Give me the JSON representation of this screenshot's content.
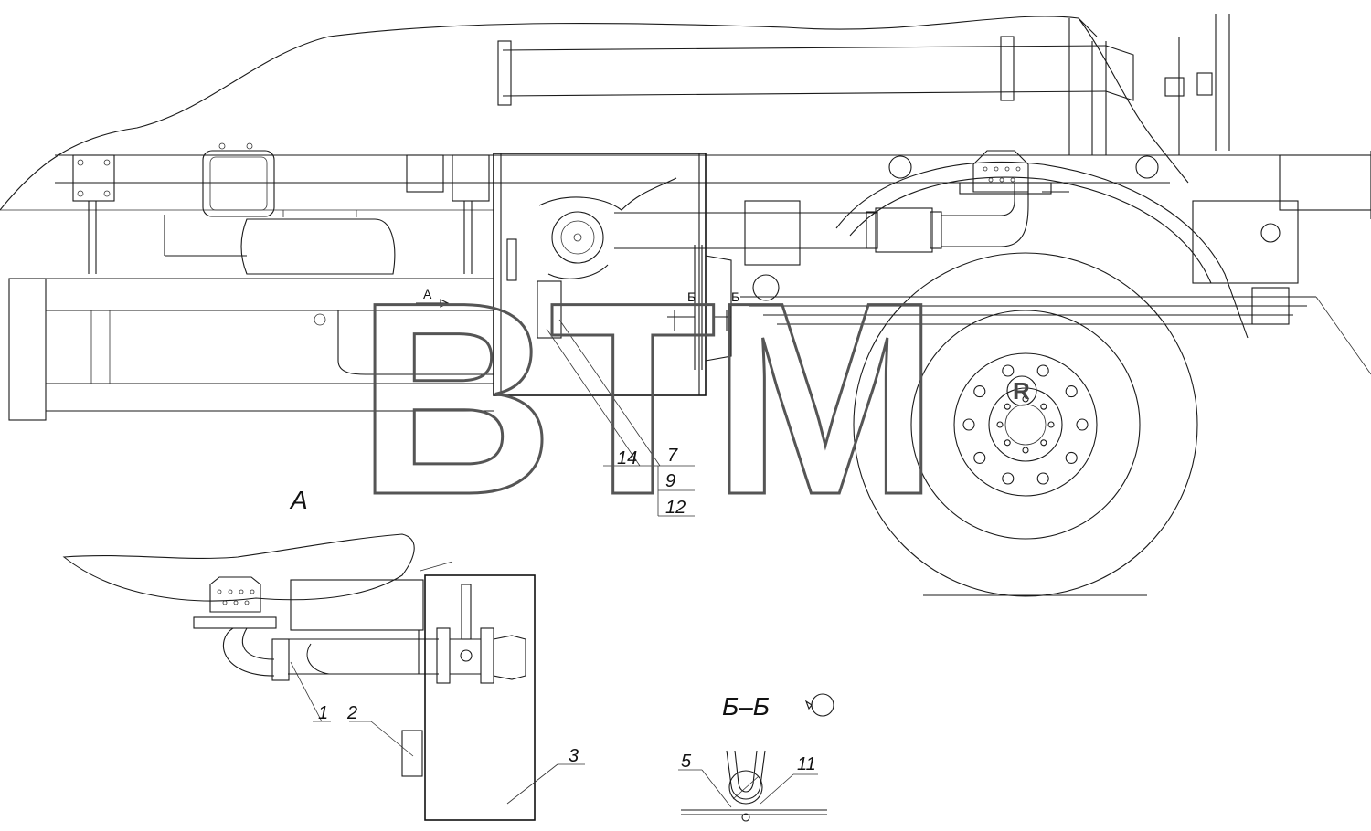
{
  "view_labels": {
    "view_a": "А",
    "section_bb": "Б–Б",
    "arrow_a": "А",
    "arrow_b_left": "Б",
    "arrow_b_right": "Б"
  },
  "callouts": {
    "c1": "1",
    "c2": "2",
    "c3": "3",
    "c5": "5",
    "c7": "7",
    "c9": "9",
    "c11": "11",
    "c12": "12",
    "c14": "14"
  },
  "watermark": {
    "text": "BTM",
    "mark": "R"
  },
  "colors": {
    "line": "#1a1a1a",
    "watermark": "#555555",
    "background": "#ffffff"
  }
}
